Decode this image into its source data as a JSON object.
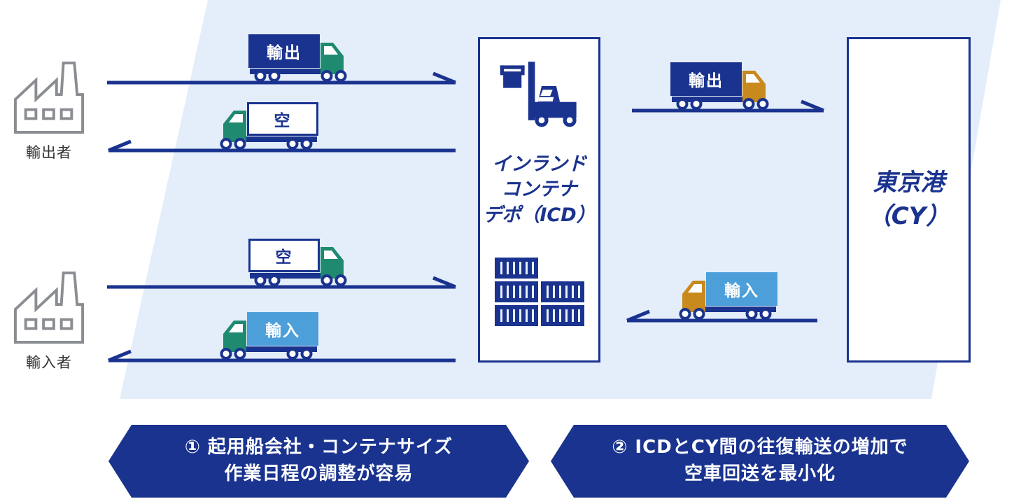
{
  "diagram": {
    "factories": [
      {
        "label": "輸出者"
      },
      {
        "label": "輸入者"
      }
    ],
    "trucks": [
      {
        "label": "輸出",
        "direction": "right",
        "cab_color": "teal",
        "container": "navy"
      },
      {
        "label": "空",
        "direction": "left",
        "cab_color": "teal",
        "container": "empty"
      },
      {
        "label": "空",
        "direction": "right",
        "cab_color": "teal",
        "container": "empty"
      },
      {
        "label": "輸入",
        "direction": "left",
        "cab_color": "teal",
        "container": "lightblue"
      },
      {
        "label": "輸出",
        "direction": "right",
        "cab_color": "orange",
        "container": "navy"
      },
      {
        "label": "輸入",
        "direction": "left",
        "cab_color": "orange",
        "container": "lightblue"
      }
    ],
    "icd_box": {
      "line1": "インランド",
      "line2": "コンテナ",
      "line3": "デポ（ICD）"
    },
    "port_box": {
      "line1": "東京港",
      "line2": "（CY）"
    },
    "banners": [
      {
        "line1": "① 起用船会社・コンテナサイズ",
        "line2": "作業日程の調整が容易"
      },
      {
        "line1": "② ICDとCY間の往復輸送の増加で",
        "line2": "空車回送を最小化"
      }
    ],
    "icons": [
      "factory-icon",
      "truck-icon",
      "forklift-icon",
      "container-stack-icon",
      "flow-arrow-icon"
    ],
    "colors": {
      "navy": "#1a338f",
      "teal": "#1f8a70",
      "orange": "#c8891d",
      "light_blue": "#4c9fd9",
      "background_tint": "#e4eefa",
      "factory_gray": "#8a8d92"
    }
  }
}
